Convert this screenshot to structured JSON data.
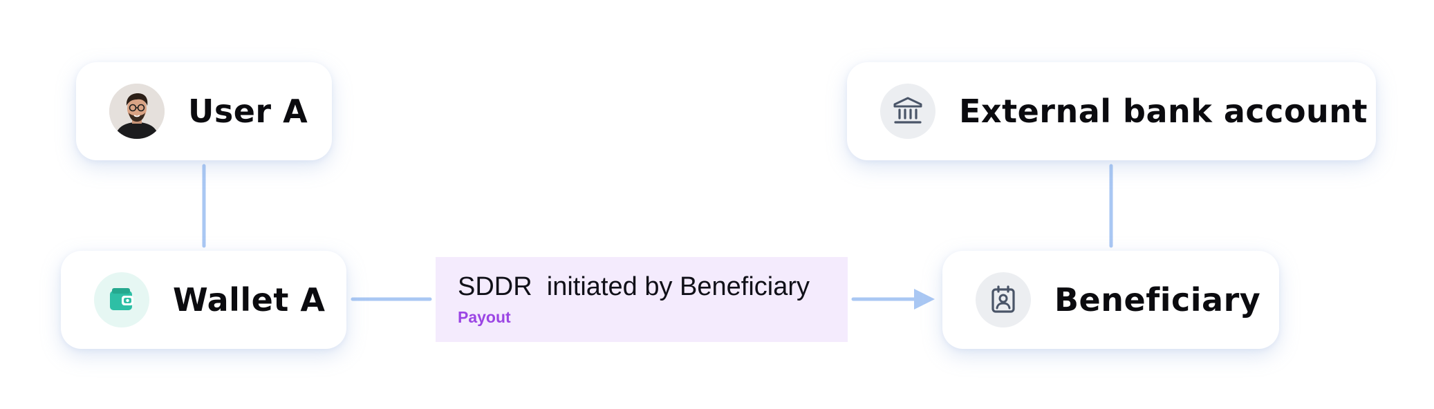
{
  "nodes": {
    "user_a": {
      "label": "User A",
      "icon": "user-avatar-icon"
    },
    "bank": {
      "label": "External bank account",
      "icon": "bank-icon"
    },
    "wallet_a": {
      "label": "Wallet A",
      "icon": "wallet-icon"
    },
    "beneficiary": {
      "label": "Beneficiary",
      "icon": "beneficiary-icon"
    }
  },
  "transfer": {
    "title": "SDDR  initiated by Beneficiary",
    "subtitle": "Payout"
  },
  "colors": {
    "connector": "#a9c7f3",
    "transfer_bg": "#f4ebfd",
    "transfer_subtitle": "#9b45e4",
    "wallet_icon": "#2ebfa5",
    "bank_icon": "#4a5568"
  }
}
